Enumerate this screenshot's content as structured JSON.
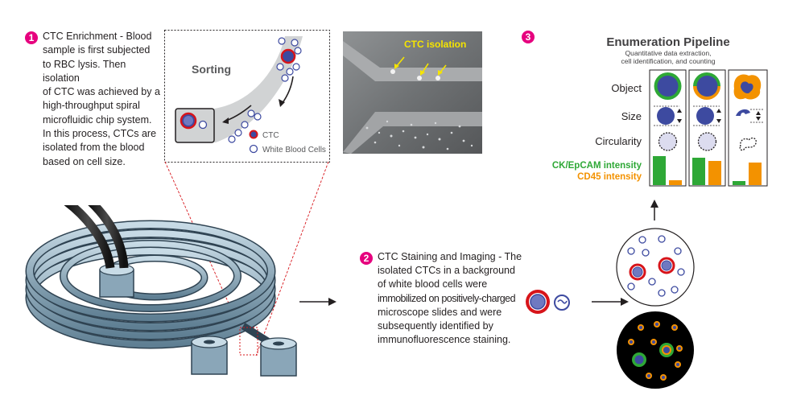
{
  "step1": {
    "number": "1",
    "text": "CTC Enrichment - Blood sample is first subjected to RBC lysis. Then isolation of CTC was achieved by a high-throughput spiral microfluidic chip system. In this process, CTCs are isolated from the blood based on cell size.",
    "lines": [
      "CTC Enrichment - Blood",
      "sample is first subjected",
      "to RBC lysis. Then isolation",
      "of CTC was achieved by a",
      "high-throughput spiral",
      "microfluidic chip system.",
      "In this process, CTCs are",
      "isolated from the blood",
      "based on cell size."
    ]
  },
  "sorting_inset": {
    "title": "Sorting",
    "legend_ctc": "CTC",
    "legend_wbc": "White Blood Cells"
  },
  "micrograph": {
    "label": "CTC isolation"
  },
  "step2": {
    "number": "2",
    "lines": [
      "CTC Staining and Imaging - The",
      "isolated CTCs in a background",
      "of white blood cells were",
      "immobilized on positively-charged",
      "microscope slides and were",
      "subsequently identified by",
      "immunofluorescence staining."
    ]
  },
  "step3": {
    "number": "3",
    "title": "Enumeration Pipeline",
    "subtitle_lines": [
      "Quantitative data extraction,",
      "cell identification, and counting"
    ],
    "rows": [
      "Object",
      "Size",
      "Circularity"
    ],
    "intensity_labels": [
      "CK/EpCAM intensity",
      "CD45 intensity"
    ]
  },
  "colors": {
    "accent_magenta": "#e6007e",
    "ctc_red": "#d7141a",
    "cell_blue": "#3d4aa0",
    "ck_green": "#2ea836",
    "cd45_orange": "#f39200",
    "label_yellow": "#f5e400"
  }
}
